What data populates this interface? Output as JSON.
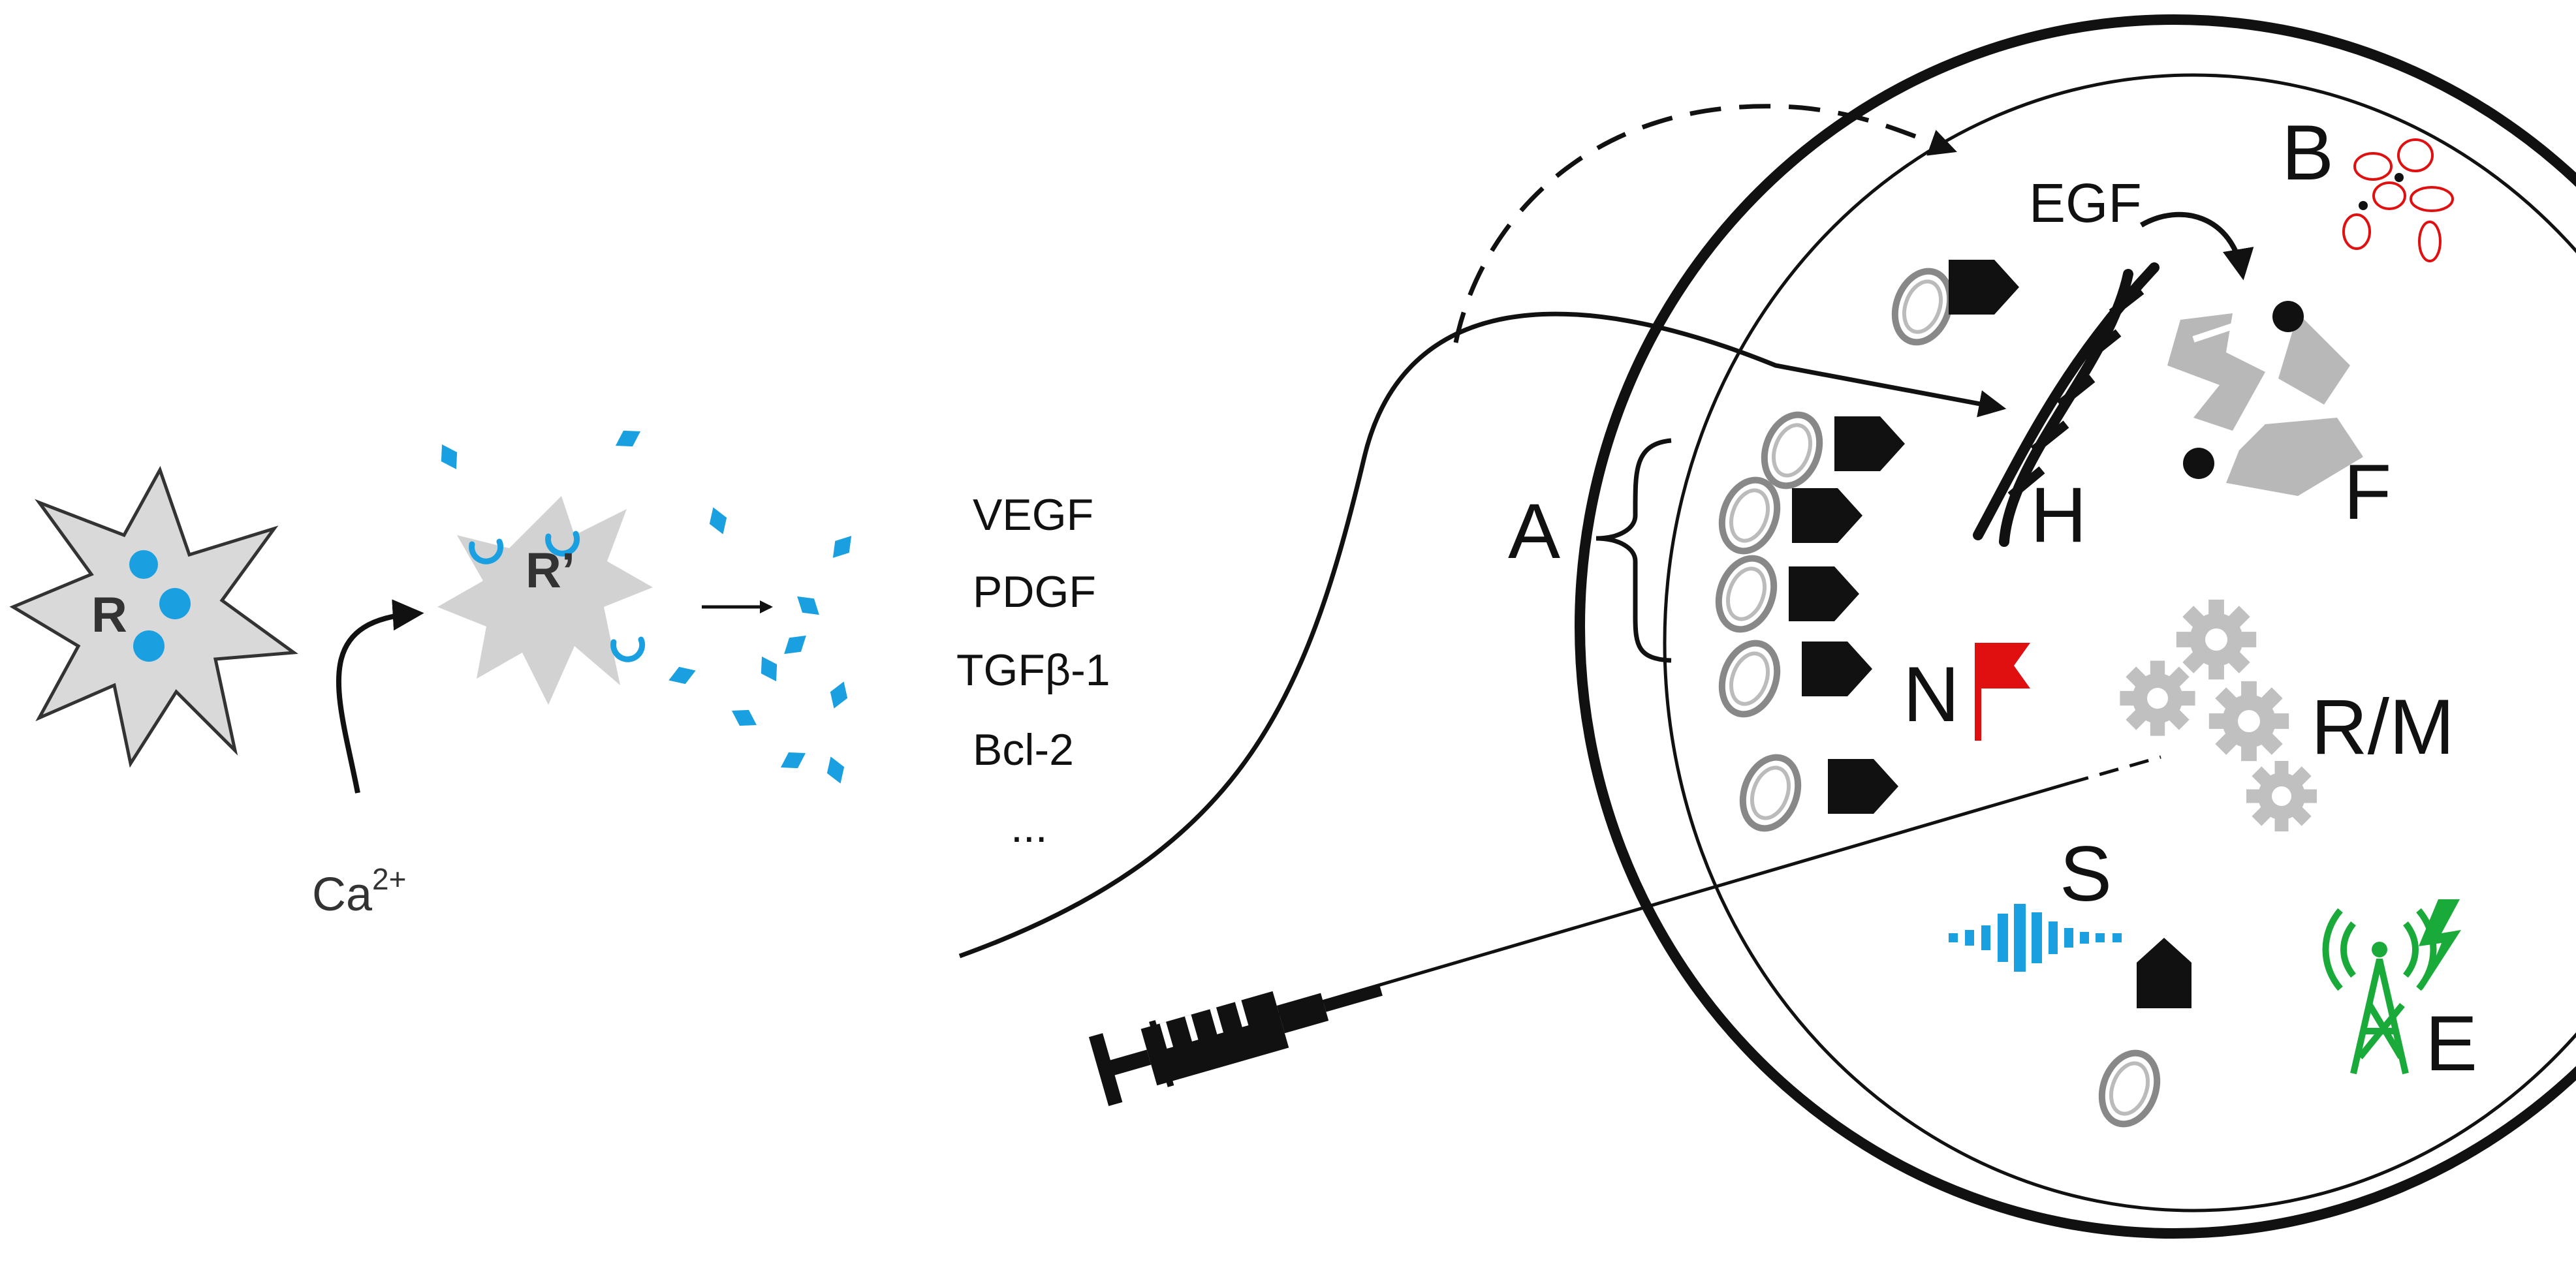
{
  "colors": {
    "cyan": "#1aa0e0",
    "gray": "#c8c8c8",
    "dark": "#111111",
    "red": "#e01010",
    "green": "#1aaa3a"
  },
  "cells": {
    "resting_label": "R",
    "activated_label": "R’"
  },
  "calcium": {
    "base": "Ca",
    "superscript": "2+"
  },
  "factors": [
    "VEGF",
    "PDGF",
    "TGFβ-1",
    "Bcl-2",
    "..."
  ],
  "tissue_labels": {
    "egf": "EGF",
    "A": "A",
    "B": "B",
    "F": "F",
    "H": "H",
    "N": "N",
    "RM": "R/M",
    "S": "S",
    "E": "E"
  },
  "icons": {
    "syringe": "syringe-icon",
    "flag": "flag-icon",
    "gears": "gears-icon",
    "sound_wave": "sound-wave-icon",
    "antenna": "antenna-tower-icon",
    "lightning": "lightning-icon",
    "dna": "dna-helix-icon",
    "rbc": "red-blood-cells-icon",
    "fibers": "fibers-icon"
  }
}
